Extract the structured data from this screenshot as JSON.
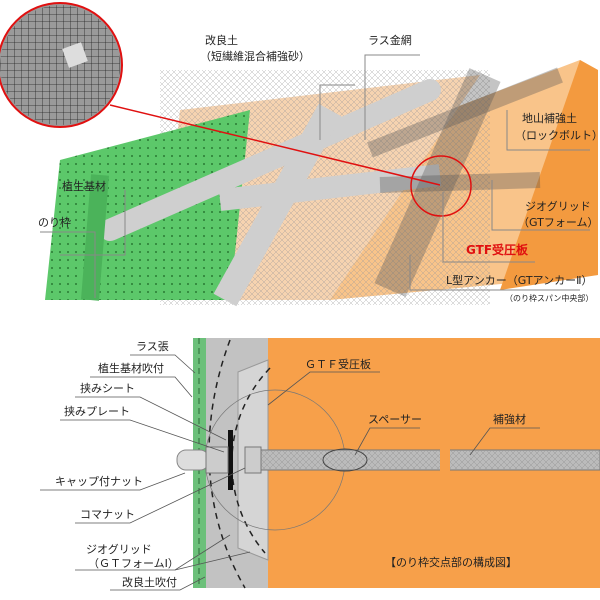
{
  "top_view": {
    "labels": {
      "improved_soil": "改良土",
      "improved_soil_sub": "（短繊維混合補強砂）",
      "lath_mesh": "ラス金網",
      "rock_bolt": "地山補強土",
      "rock_bolt_sub": "（ロックボルト）",
      "vegetation_base": "植生基材",
      "slope_frame": "のり枠",
      "geogrid": "ジオグリッド",
      "geogrid_sub": "（GTフォーム）",
      "gtf_plate": "GTF受圧板",
      "l_anchor": "L型アンカー（GTアンカーⅡ）",
      "l_anchor_sub": "（のり枠スパン中央部）"
    }
  },
  "section_view": {
    "labels": {
      "lath": "ラス張",
      "vegetation_spray": "植生基材吹付",
      "clamp_sheet": "挟みシート",
      "clamp_plate": "挟みプレート",
      "cap_nut": "キャップ付ナット",
      "coma_nut": "コマナット",
      "geogrid": "ジオグリッド",
      "geogrid_sub": "（ＧＴフォームⅠ）",
      "improved_soil_spray": "改良土吹付",
      "gtf_plate": "ＧＴＦ受圧板",
      "spacer": "スペーサー",
      "reinforcement": "補強材"
    },
    "caption": "【のり枠交点部の構成図】"
  },
  "colors": {
    "green": "#5cc86a",
    "orange": "#f7a04a",
    "light_orange": "#f9c48a",
    "gray": "#c8c8c8",
    "red": "#e01010"
  }
}
